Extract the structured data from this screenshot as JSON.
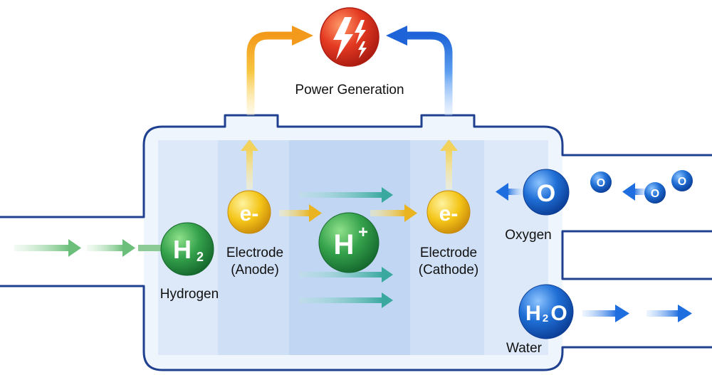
{
  "title": "Power Generation",
  "labels": {
    "hydrogen": "Hydrogen",
    "anode_line1": "Electrode",
    "anode_line2": "(Anode)",
    "cathode_line1": "Electrode",
    "cathode_line2": "(Cathode)",
    "oxygen": "Oxygen",
    "water": "Water"
  },
  "particles": {
    "h2_main": "H",
    "h2_sub": "2",
    "electron": "e-",
    "proton_main": "H",
    "proton_sup": "+",
    "oxygen": "O",
    "water_h": "H",
    "water_sub": "2",
    "water_o": "O"
  },
  "icons": {
    "power": "lightning-bolts-icon"
  },
  "colors": {
    "outline": "#1f3f8f",
    "hydrogen": "#2e9a4a",
    "electron": "#f2c21a",
    "proton": "#2a9a50",
    "oxygen": "#1a5fc8",
    "water": "#1a5fc8",
    "power": "#e23a22",
    "flow_yellow": "#f5b82a",
    "flow_blue": "#2a78e0"
  }
}
